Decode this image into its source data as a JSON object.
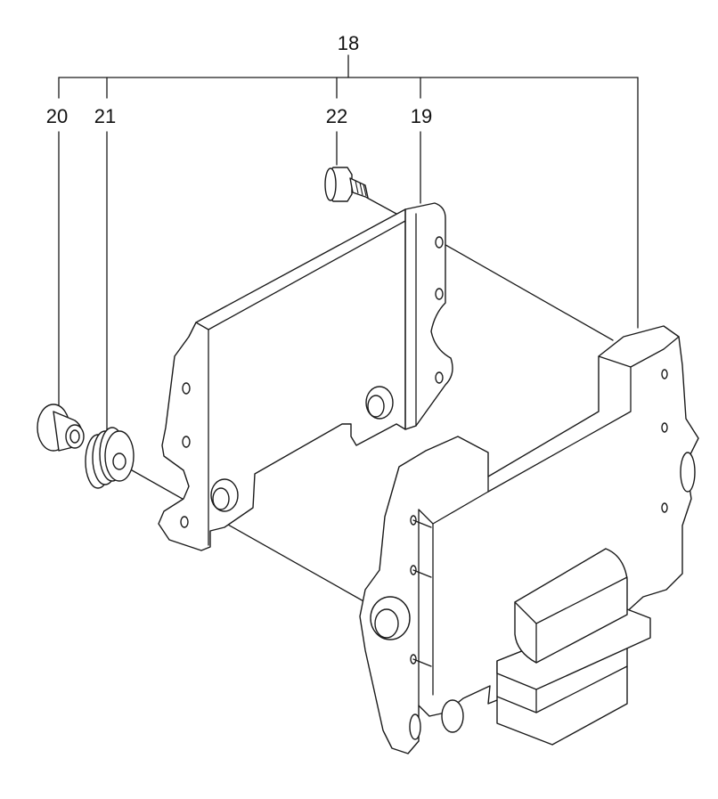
{
  "callouts": {
    "assembly": "18",
    "bushing": "20",
    "grommet": "21",
    "bolt": "22",
    "bracket": "19"
  },
  "colors": {
    "line": "#1a1a1a",
    "background": "#ffffff"
  }
}
